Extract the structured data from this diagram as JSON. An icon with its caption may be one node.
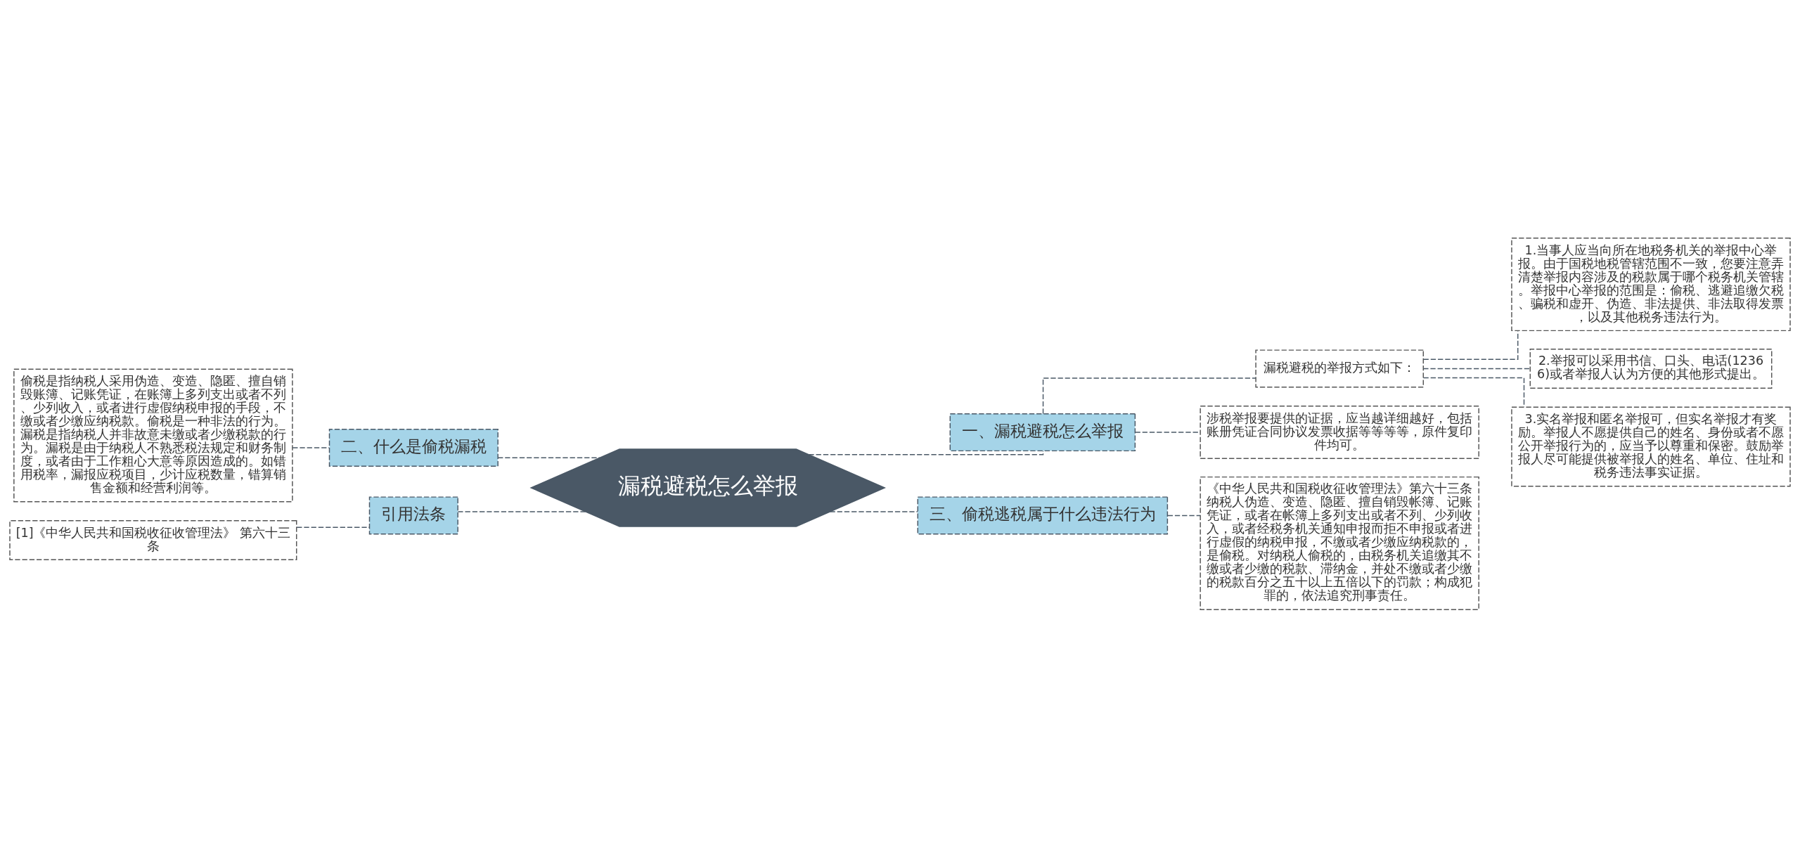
{
  "diagram": {
    "nodes": [
      {
        "text": [
          "漏税避税怎么举报"
        ]
      },
      {
        "text": [
          "一、漏税避税怎么举报"
        ]
      },
      {
        "text": [
          "漏税避税的举报方式如下："
        ]
      },
      {
        "text": [
          "1.当事人应当向所在地税务机关的举报中心举报。由于国税地税管辖范围不一致，您要注意弄清楚举报内容涉及的税款属于哪个税务机关管辖。举报中心举报的范围是：偷税、逃避追缴欠税、骗税和虚开、伪造、非法提供、非法取得发票，以及其他税务违法行为。"
        ]
      },
      {
        "text": [
          "2.举报可以采用书信、口头、电话(12366)或者举报人认为方便的其他形式提出。"
        ]
      },
      {
        "text": [
          "3.实名举报和匿名举报可，但实名举报才有奖励。举报人不愿提供自己的姓名、身份或者不愿公开举报行为的，应当予以尊重和保密。鼓励举报人尽可能提供被举报人的姓名、单位、住址和税务违法事实证据。"
        ]
      },
      {
        "text": [
          "涉税举报要提供的证据，应当越详细越好，包括账册凭证合同协议发票收据等等等等，原件复印件均可。"
        ]
      },
      {
        "text": [
          "三、偷税逃税属于什么违法行为"
        ]
      },
      {
        "text": [
          "《中华人民共和国税收征收管理法》第六十三条纳税人伪造、变造、隐匿、擅自销毁帐簿、记账凭证，或者在帐簿上多列支出或者不列、少列收入，或者经税务机关通知申报而拒不申报或者进行虚假的纳税申报，不缴或者少缴应纳税款的，是偷税。对纳税人偷税的，由税务机关追缴其不缴或者少缴的税款、滞纳金，并处不缴或者少缴的税款百分之五十以上五倍以下的罚款；构成犯罪的，依法追究刑事责任。"
        ]
      },
      {
        "text": [
          "二、什么是偷税漏税"
        ]
      },
      {
        "text": [
          "偷税是指纳税人采用伪造、变造、隐匿、擅自销毁账簿、记账凭证，在账簿上多列支出或者不列、少列收入，或者进行虚假纳税申报的手段，不缴或者少缴应纳税款。偷税是一种非法的行为。漏税是指纳税人并非故意未缴或者少缴税款的行为。漏税是由于纳税人不熟悉税法规定和财务制度，或者由于工作粗心大意等原因造成的。如错用税率，漏报应税项目，少计应税数量，错算销售金额和经营利润等。"
        ]
      },
      {
        "text": [
          "引用法条"
        ]
      },
      {
        "text": [
          "[1]《中华人民共和国税收征收管理法》 第六十三条"
        ]
      }
    ],
    "edges": [
      {
        "from": 0,
        "to": 1,
        "arrow": "none",
        "style": "dashed"
      },
      {
        "from": 1,
        "to": 2,
        "arrow": "none",
        "style": "dashed"
      },
      {
        "from": 2,
        "to": 3,
        "arrow": "none",
        "style": "dashed"
      },
      {
        "from": 2,
        "to": 4,
        "arrow": "none",
        "style": "dashed"
      },
      {
        "from": 2,
        "to": 5,
        "arrow": "none",
        "style": "dashed"
      },
      {
        "from": 1,
        "to": 6,
        "arrow": "none",
        "style": "dashed"
      },
      {
        "from": 0,
        "to": 7,
        "arrow": "none",
        "style": "dashed"
      },
      {
        "from": 7,
        "to": 8,
        "arrow": "none",
        "style": "dashed"
      },
      {
        "from": 0,
        "to": 9,
        "arrow": "none",
        "style": "dashed"
      },
      {
        "from": 9,
        "to": 10,
        "arrow": "none",
        "style": "dashed"
      },
      {
        "from": 0,
        "to": 11,
        "arrow": "none",
        "style": "dashed"
      },
      {
        "from": 11,
        "to": 12,
        "arrow": "none",
        "style": "dashed"
      }
    ]
  }
}
